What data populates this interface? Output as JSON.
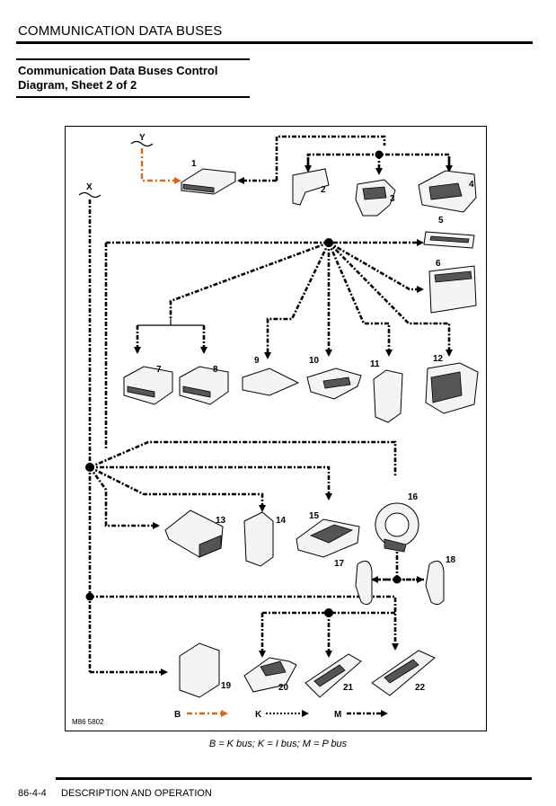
{
  "header": {
    "title": "COMMUNICATION DATA BUSES"
  },
  "subtitle": {
    "line1": "Communication Data Buses Control",
    "line2": "Diagram, Sheet 2 of 2"
  },
  "diagram": {
    "ref_code": "M86 5802",
    "break_labels": {
      "y": "Y",
      "x": "X"
    },
    "components": [
      "1",
      "2",
      "3",
      "4",
      "5",
      "6",
      "7",
      "8",
      "9",
      "10",
      "11",
      "12",
      "13",
      "14",
      "15",
      "16",
      "17",
      "18",
      "19",
      "20",
      "21",
      "22"
    ],
    "legend": [
      {
        "key": "B",
        "color": "#d46a1e"
      },
      {
        "key": "K",
        "color": "#000000"
      },
      {
        "key": "M",
        "color": "#000000"
      }
    ]
  },
  "caption": "B = K bus; K = I bus; M = P bus",
  "footer": {
    "page": "86-4-4",
    "section": "DESCRIPTION AND OPERATION"
  }
}
